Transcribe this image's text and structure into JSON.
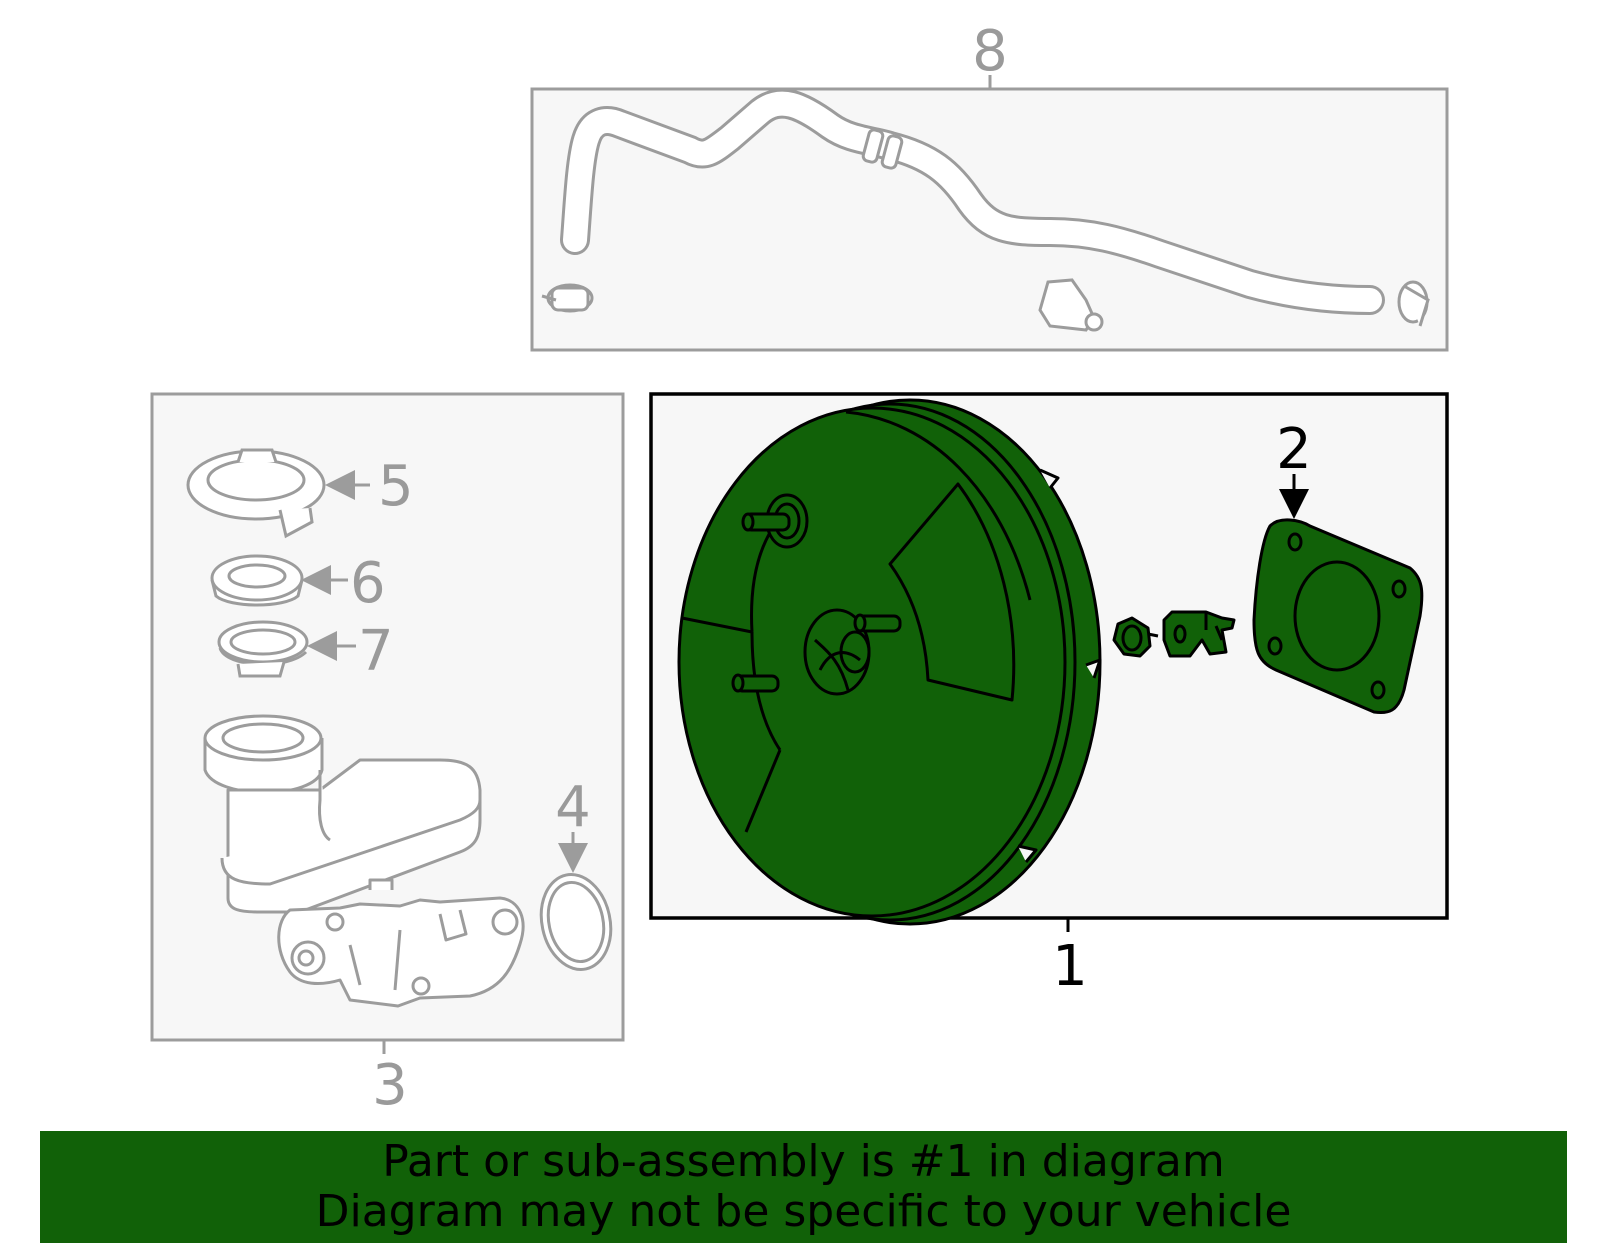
{
  "colors": {
    "highlight": "#116108",
    "ghost_stroke": "#9c9c9c",
    "box_fill": "#f7f7f7",
    "banner": "#116108"
  },
  "callouts": {
    "c1": "1",
    "c2": "2",
    "c3": "3",
    "c4": "4",
    "c5": "5",
    "c6": "6",
    "c7": "7",
    "c8": "8"
  },
  "banner": {
    "line1": "Part or sub-assembly is #1 in diagram",
    "line2": "Diagram may not be specific to your vehicle"
  }
}
